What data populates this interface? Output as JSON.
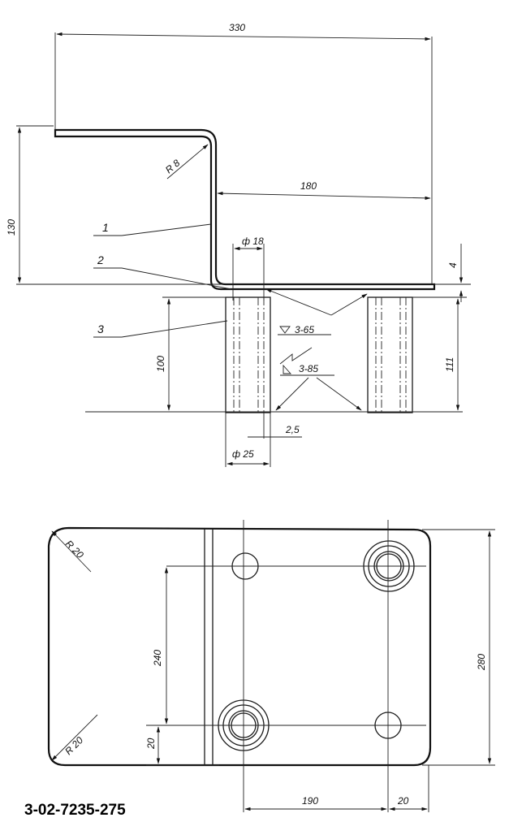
{
  "drawing_number": "3-02-7235-275",
  "side_view": {
    "dim_overall_width": "330",
    "dim_inner_width": "180",
    "dim_height": "130",
    "dim_bend_radius": "R 8",
    "dim_rod_diameter": "ф 18",
    "dim_thickness": "4",
    "dim_tube_height": "100",
    "dim_total_height": "111",
    "dim_wall": "2,5",
    "dim_tube_diameter": "ф 25",
    "weld_upper": "3-65",
    "weld_lower": "3-85",
    "callout_1": "1",
    "callout_2": "2",
    "callout_3": "3"
  },
  "top_view": {
    "dim_corner_radius_top": "R 20",
    "dim_corner_radius_bottom": "R 20",
    "dim_hole_spacing_v": "240",
    "dim_plate_height": "280",
    "dim_edge_offset": "20",
    "dim_hole_spacing_h": "190",
    "dim_edge_offset_h": "20"
  }
}
